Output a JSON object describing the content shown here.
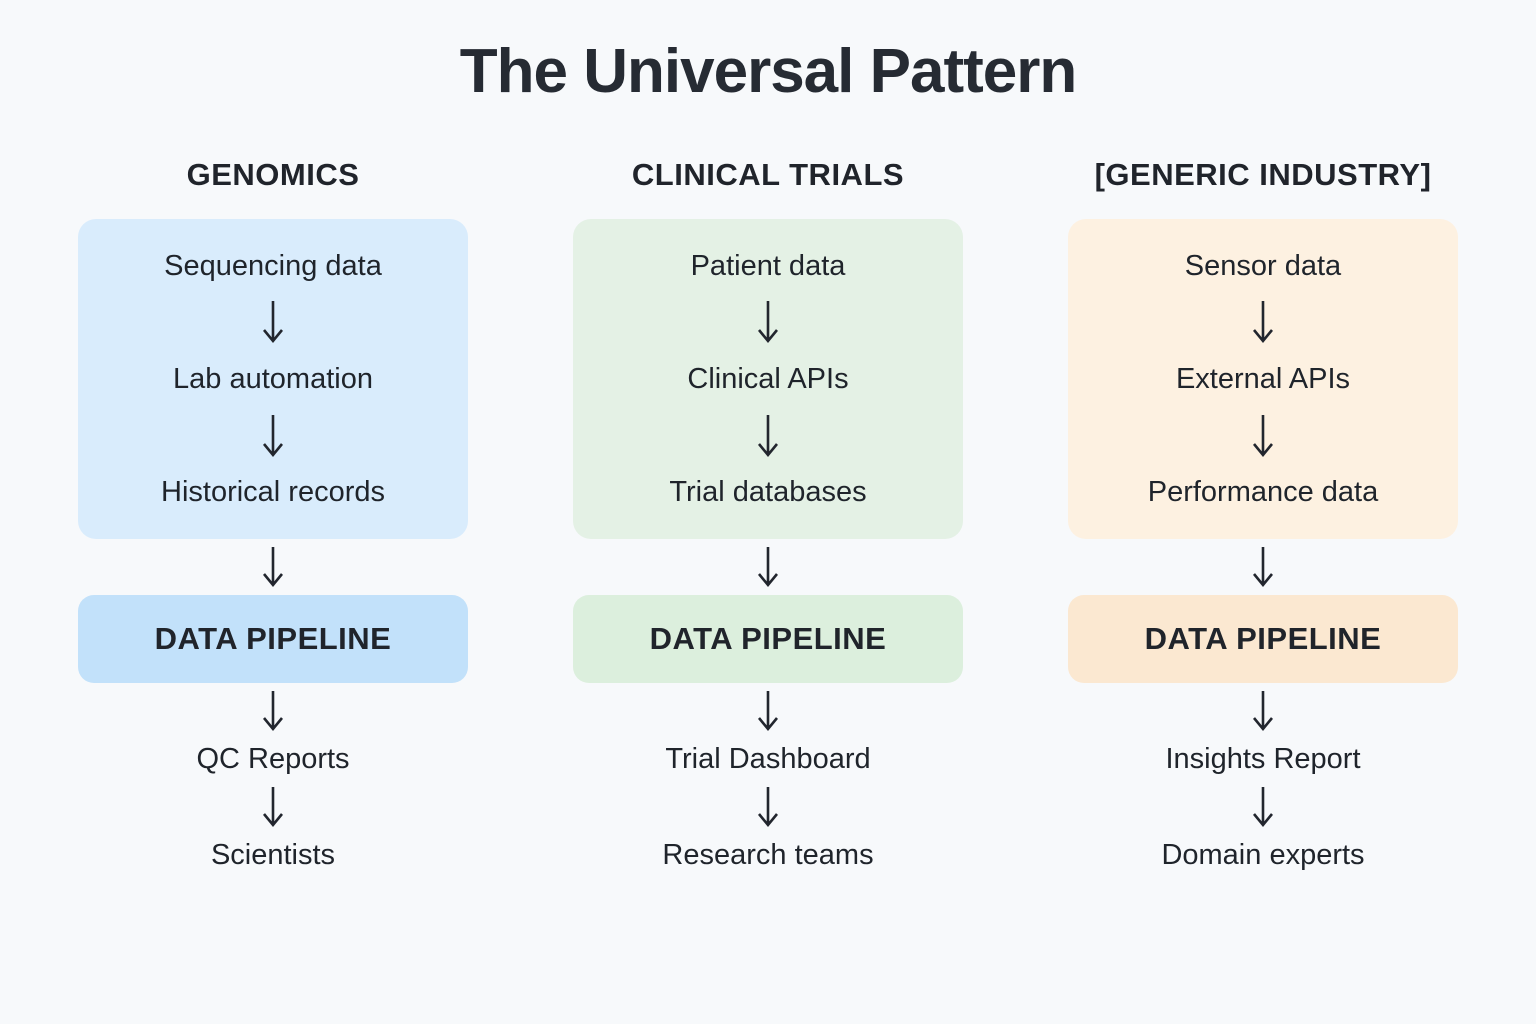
{
  "title": "The Universal Pattern",
  "background_color": "#f7f9fb",
  "text_color": "#242933",
  "columns": [
    {
      "header": "GENOMICS",
      "sources": [
        "Sequencing data",
        "Lab automation",
        "Historical records"
      ],
      "pipeline_label": "DATA PIPELINE",
      "outputs": [
        "QC Reports",
        "Scientists"
      ],
      "colors": {
        "source_box": "#d9ecfc",
        "pipeline_box": "#c2e1fa"
      }
    },
    {
      "header": "CLINICAL TRIALS",
      "sources": [
        "Patient data",
        "Clinical APIs",
        "Trial databases"
      ],
      "pipeline_label": "DATA PIPELINE",
      "outputs": [
        "Trial Dashboard",
        "Research teams"
      ],
      "colors": {
        "source_box": "#e4f1e5",
        "pipeline_box": "#dcefdd"
      }
    },
    {
      "header": "[GENERIC INDUSTRY]",
      "sources": [
        "Sensor data",
        "External APIs",
        "Performance data"
      ],
      "pipeline_label": "DATA PIPELINE",
      "outputs": [
        "Insights Report",
        "Domain experts"
      ],
      "colors": {
        "source_box": "#fdf1e1",
        "pipeline_box": "#fbe8d1"
      }
    }
  ]
}
